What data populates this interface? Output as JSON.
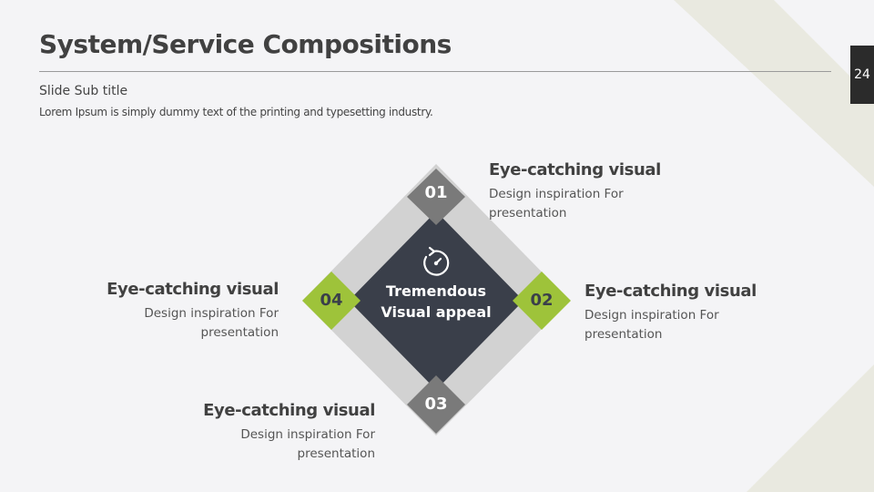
{
  "slide": {
    "title": "System/Service Compositions",
    "subtitle": "Slide Sub title",
    "description": "Lorem Ipsum is simply dummy text of the printing and typesetting industry.",
    "page_number": "24"
  },
  "center": {
    "line1": "Tremendous",
    "line2": "Visual appeal",
    "icon": "cycle-icon"
  },
  "steps": [
    {
      "number": "01",
      "heading": "Eye-catching visual",
      "text": "Design inspiration For presentation"
    },
    {
      "number": "02",
      "heading": "Eye-catching visual",
      "text": "Design inspiration For presentation"
    },
    {
      "number": "03",
      "heading": "Eye-catching visual",
      "text": "Design inspiration For presentation"
    },
    {
      "number": "04",
      "heading": "Eye-catching visual",
      "text": "Design inspiration For presentation"
    }
  ],
  "colors": {
    "center_fill": "#3a3f4a",
    "frame_fill": "#d2d2d2",
    "gray_node": "#7a7a7a",
    "green_node": "#9ec33a",
    "background": "#f4f4f6",
    "accent_band": "#e9e9e0"
  }
}
